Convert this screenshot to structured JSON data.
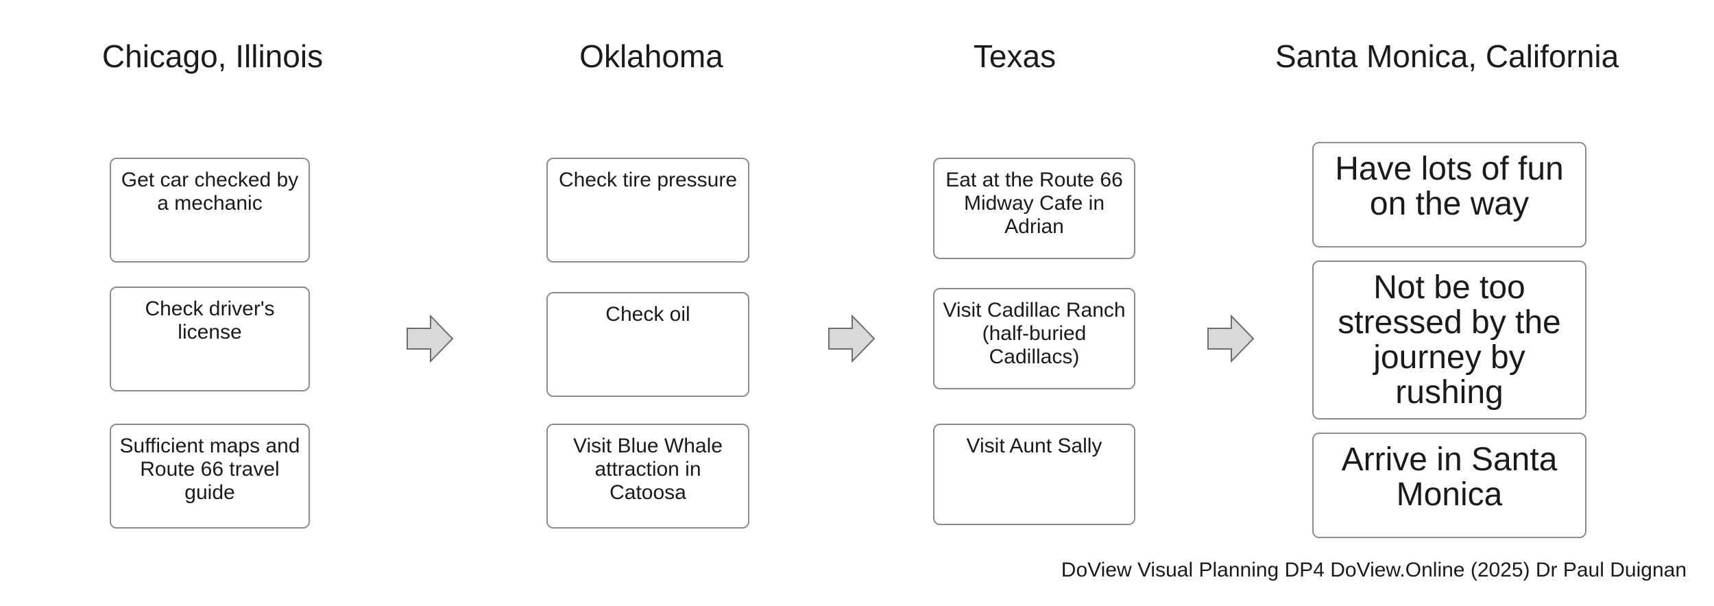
{
  "columns": [
    {
      "heading": "Chicago, Illinois",
      "boxes": [
        "Get car checked by a mechanic",
        "Check driver's license",
        "Sufficient maps and Route 66 travel guide"
      ]
    },
    {
      "heading": "Oklahoma",
      "boxes": [
        "Check tire pressure",
        "Check oil",
        "Visit Blue Whale attraction in Catoosa"
      ]
    },
    {
      "heading": "Texas",
      "boxes": [
        "Eat at the Route 66 Midway Cafe in Adrian",
        "Visit Cadillac Ranch (half-buried Cadillacs)",
        "Visit Aunt Sally"
      ]
    },
    {
      "heading": "Santa Monica, California",
      "boxes": [
        "Have lots of fun on the way",
        "Not be too stressed by the journey by rushing",
        "Arrive in Santa Monica"
      ]
    }
  ],
  "credit": "DoView Visual Planning DP4 DoView.Online (2025) Dr Paul Duignan",
  "colors": {
    "box_border": "#8c8c8c",
    "arrow_fill": "#d9d9d9",
    "arrow_stroke": "#6e6e6e",
    "text": "#1a1a1a"
  }
}
